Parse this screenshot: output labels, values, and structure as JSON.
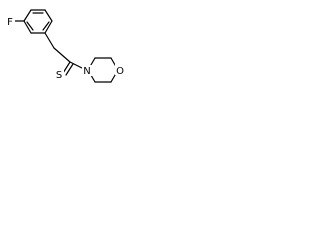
{
  "molecule": {
    "atoms": {
      "fluorine": "F",
      "sulfur": "S",
      "nitrogen": "N",
      "oxygen": "O"
    }
  }
}
